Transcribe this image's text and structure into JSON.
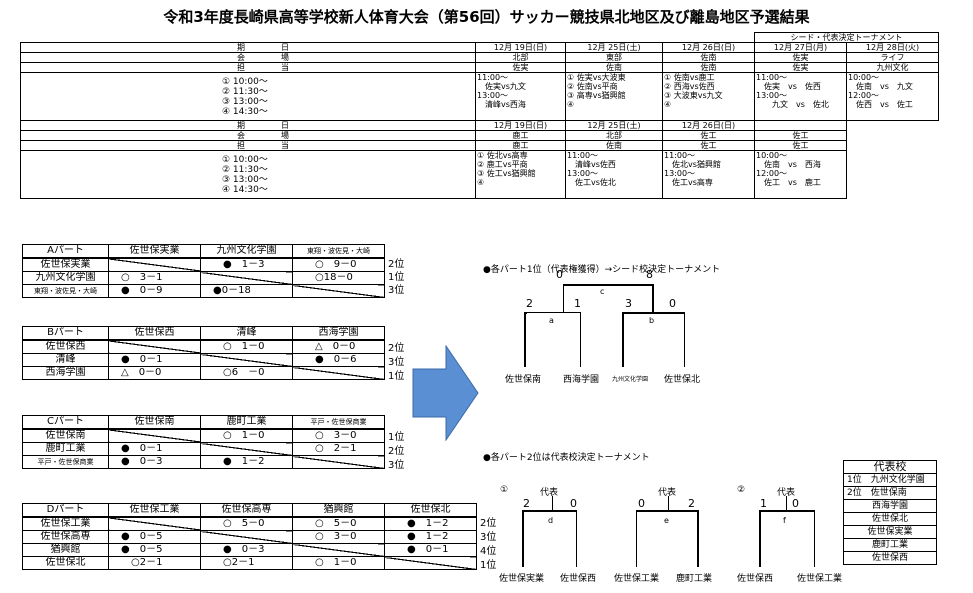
{
  "title": "令和3年度長崎県高等学校新人体育大会（第56回）サッカー競技県北地区及び離島地区予選結果",
  "schedule": {
    "seed_header": "シード・代表決定トーナメント",
    "labels": {
      "date": [
        "期",
        "日"
      ],
      "venue": [
        "会",
        "場"
      ],
      "staff": [
        "担",
        "当"
      ]
    },
    "times": [
      "① 10:00～",
      "② 11:30～",
      "③ 13:00～",
      "④ 14:30～"
    ],
    "top": {
      "dates": [
        "12月 19日(日)",
        "12月 25日(土)",
        "12月 26日(日)",
        "12月 27日(月)",
        "12月 28日(火)"
      ],
      "venues": [
        "北部",
        "東部",
        "佐南",
        "佐実",
        "ライフ"
      ],
      "staff": [
        "佐実",
        "佐南",
        "佐南",
        "佐実",
        "九州文化"
      ],
      "c1": [
        "11:00～",
        "　佐実vs九文",
        "13:00～",
        "　清峰vs西海"
      ],
      "c2": [
        "①  佐実vs大波東",
        "②  佐南vs平商",
        "③  高専vs猶興館",
        "④"
      ],
      "c3": [
        "①  佐南vs鹿工",
        "②  西海vs佐西",
        "③  大波東vs九文",
        "④"
      ],
      "c4": [
        "11:00～",
        "　佐実　vs　佐西",
        "13:00～",
        "　　九文　vs　佐北"
      ],
      "c5": [
        "10:00～",
        "　佐南　vs　九文",
        "12:00～",
        "　佐西　vs　佐工"
      ]
    },
    "bottom": {
      "dates": [
        "12月 19日(日)",
        "12月 25日(土)",
        "12月 26日(日)"
      ],
      "venues": [
        "鹿工",
        "北部",
        "佐工",
        "佐工"
      ],
      "staff": [
        "鹿工",
        "佐南",
        "佐工",
        "佐工"
      ],
      "c1": [
        "①  佐北vs高専",
        "②  鹿工vs平商",
        "③  佐工vs猶興館",
        "④"
      ],
      "c2": [
        "11:00～",
        "　清峰vs佐西",
        "13:00～",
        "　佐工vs佐北"
      ],
      "c3": [
        "11:00～",
        "　佐北vs猶興館",
        "13:00～",
        "　佐工vs高専"
      ],
      "c4": [
        "10:00～",
        "　佐南　vs　西海",
        "12:00～",
        "　佐工　vs　鹿工"
      ]
    }
  },
  "leagues": {
    "A": {
      "name": "Aパート",
      "cols": [
        "佐世保実業",
        "九州文化学園",
        "東翔・波佐見・大崎"
      ],
      "rows": [
        {
          "team": "佐世保実業",
          "cells": [
            "",
            "●　1－3",
            "○　9－0"
          ],
          "rank": "2位"
        },
        {
          "team": "九州文化学園",
          "cells": [
            "○　3－1",
            "",
            "○18－0"
          ],
          "rank": "1位"
        },
        {
          "team": "東翔・波佐見・大崎",
          "cells": [
            "●　0－9",
            "●0－18",
            ""
          ],
          "rank": "3位"
        }
      ]
    },
    "B": {
      "name": "Bパート",
      "cols": [
        "佐世保西",
        "清峰",
        "西海学園"
      ],
      "rows": [
        {
          "team": "佐世保西",
          "cells": [
            "",
            "○　1－0",
            "△　0－0"
          ],
          "rank": "2位"
        },
        {
          "team": "清峰",
          "cells": [
            "●　0－1",
            "",
            "●　0－6"
          ],
          "rank": "3位"
        },
        {
          "team": "西海学園",
          "cells": [
            "△　0－0",
            "○6　－0",
            ""
          ],
          "rank": "1位"
        }
      ]
    },
    "C": {
      "name": "Cパート",
      "cols": [
        "佐世保南",
        "鹿町工業",
        "平戸・佐世保商業"
      ],
      "rows": [
        {
          "team": "佐世保南",
          "cells": [
            "",
            "○　1－0",
            "○　3－0"
          ],
          "rank": "1位"
        },
        {
          "team": "鹿町工業",
          "cells": [
            "●　0－1",
            "",
            "○　2－1"
          ],
          "rank": "2位"
        },
        {
          "team": "平戸・佐世保商業",
          "cells": [
            "●　0－3",
            "●　1－2",
            ""
          ],
          "rank": "3位"
        }
      ]
    },
    "D": {
      "name": "Dパート",
      "cols": [
        "佐世保工業",
        "佐世保高専",
        "猶興館",
        "佐世保北"
      ],
      "rows": [
        {
          "team": "佐世保工業",
          "cells": [
            "",
            "○　5－0",
            "○　5－0",
            "●　1－2"
          ],
          "rank": "2位"
        },
        {
          "team": "佐世保高専",
          "cells": [
            "●　0－5",
            "",
            "○　3－0",
            "●　1－2"
          ],
          "rank": "3位"
        },
        {
          "team": "猶興館",
          "cells": [
            "●　0－5",
            "●　0－3",
            "",
            "●　0－1"
          ],
          "rank": "4位"
        },
        {
          "team": "佐世保北",
          "cells": [
            "○2－1",
            "○2－1",
            "○　1－0",
            ""
          ],
          "rank": "1位"
        }
      ]
    }
  },
  "seed_bracket": {
    "title": "●各パート1位（代表権獲得）→シード校決定トーナメント",
    "scores": {
      "final_left": "0",
      "final_right": "8",
      "a_left": "2",
      "a_right": "1",
      "b_left": "3",
      "b_right": "0"
    },
    "labels": {
      "a": "a",
      "b": "b",
      "c": "c"
    },
    "teams": [
      "佐世保南",
      "西海学園",
      "九州文化学園",
      "佐世保北"
    ]
  },
  "rep_bracket": {
    "title": "●各パート2位は代表校決定トーナメント",
    "matches": [
      {
        "num": "①",
        "label": "代表",
        "left": "2",
        "right": "0",
        "game": "d",
        "teams": [
          "佐世保実業",
          "佐世保西"
        ]
      },
      {
        "num": "",
        "label": "代表",
        "left": "0",
        "right": "2",
        "game": "e",
        "teams": [
          "佐世保工業",
          "鹿町工業"
        ]
      },
      {
        "num": "②",
        "label": "代表",
        "left": "1",
        "right": "0",
        "game": "f",
        "teams": [
          "佐世保西",
          "佐世保工業"
        ]
      }
    ]
  },
  "representatives": {
    "header": "代表校",
    "rows": [
      "1位　九州文化学園",
      "2位　佐世保南",
      "西海学園",
      "佐世保北",
      "佐世保実業",
      "鹿町工業",
      "佐世保西"
    ]
  },
  "colors": {
    "arrow": "#5b8fd4",
    "arrow_border": "#3b6aa8"
  }
}
